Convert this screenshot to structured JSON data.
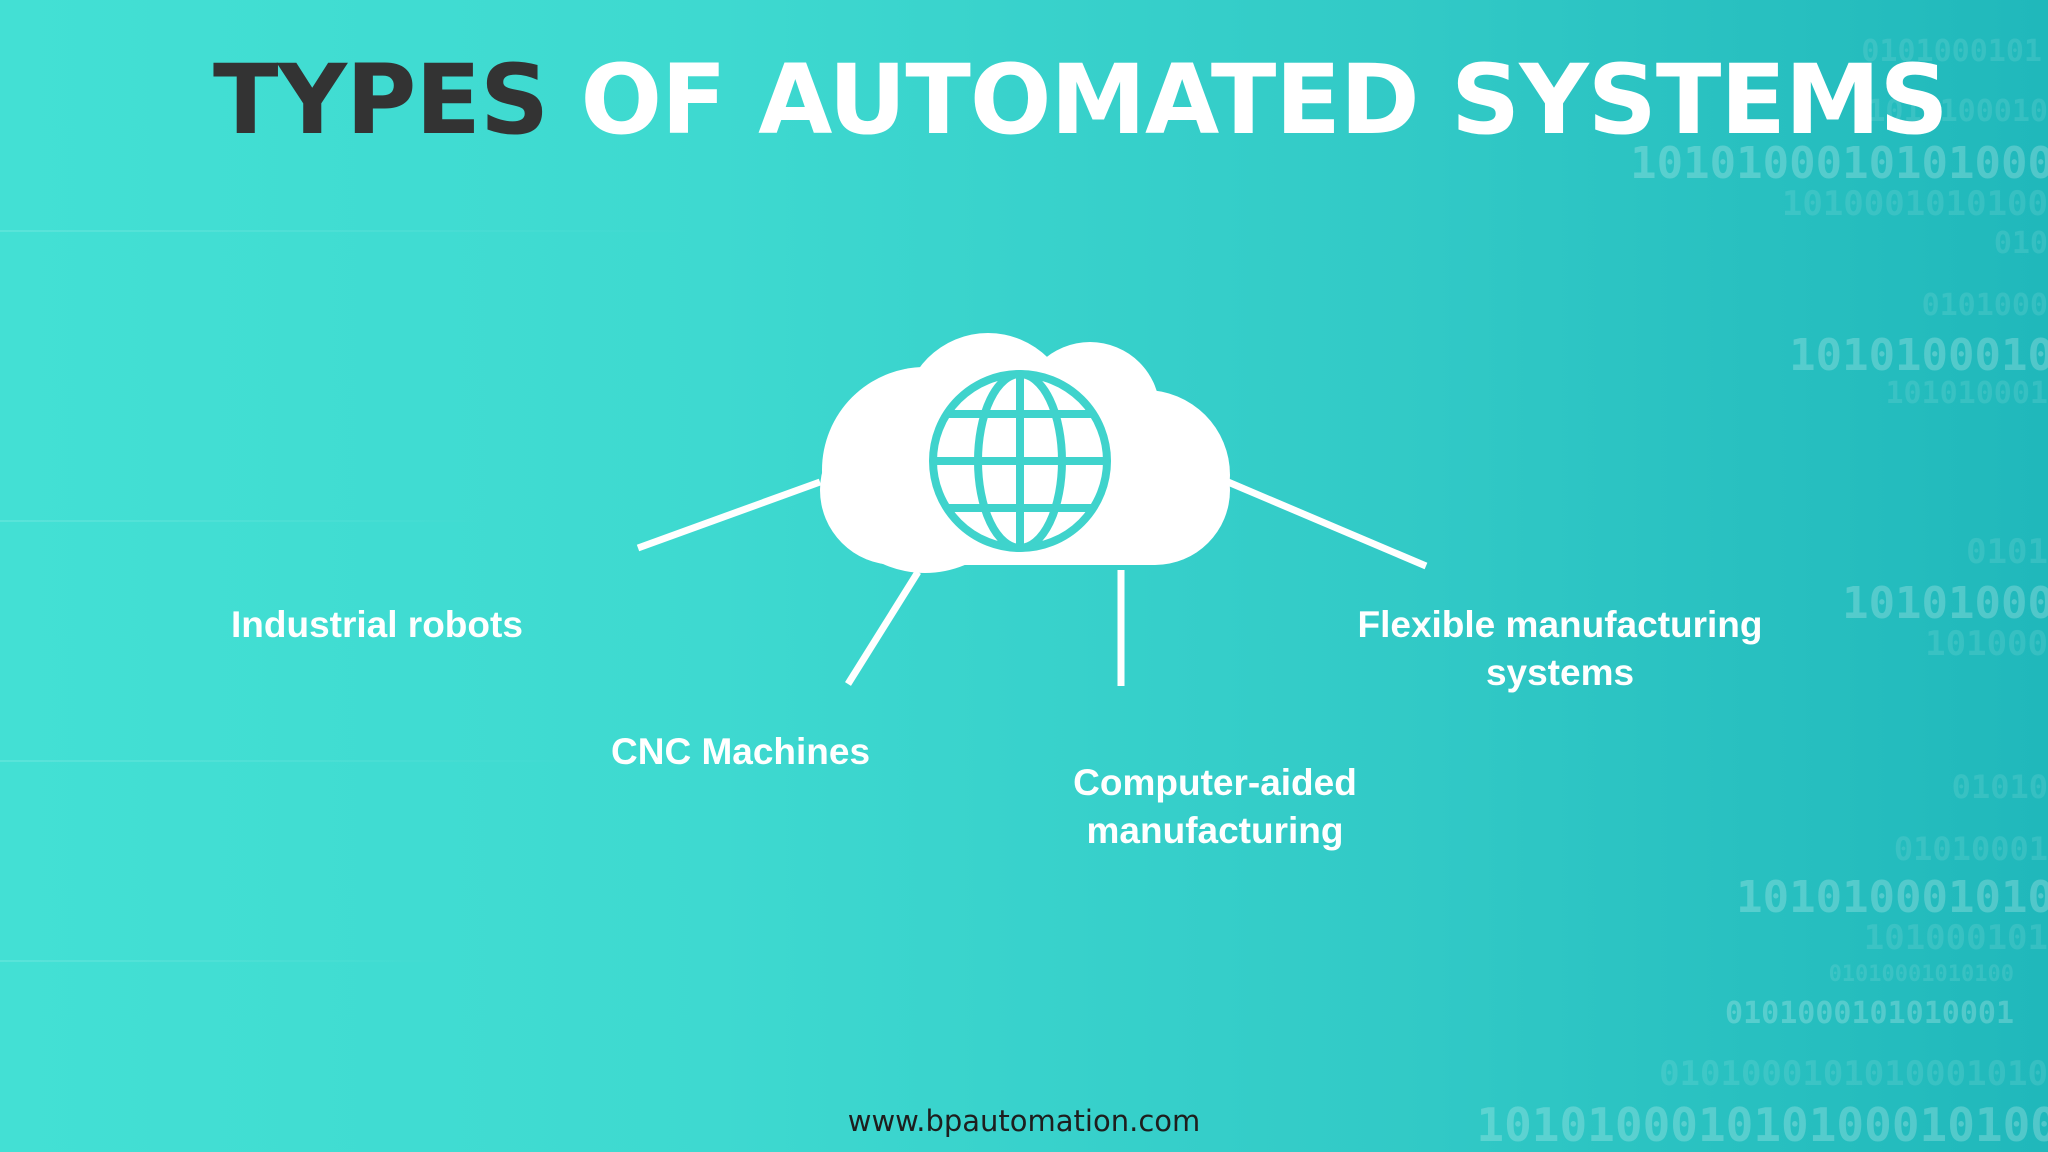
{
  "title": {
    "part1": "TYPES",
    "part2": "OF AUTOMATED SYSTEMS"
  },
  "cloud": {
    "icon": "cloud-globe-icon"
  },
  "items": [
    {
      "label": "Industrial robots"
    },
    {
      "label": "CNC Machines"
    },
    {
      "label": "Computer-aided manufacturing"
    },
    {
      "label": "Flexible manufacturing systems"
    }
  ],
  "footer": {
    "url": "www.bpautomation.com"
  },
  "background_binary": [
    "0101000101",
    "1010100010",
    "1010100010101000",
    "1010001010100",
    "010",
    "0101000",
    "1010100010",
    "101010001",
    "0101",
    "10101000",
    "101000",
    "01010",
    "01010001",
    "101010001010",
    "101000101",
    "01010001010100",
    "0101000101010001",
    "0101000101010001010",
    "101010001010100010100"
  ],
  "colors": {
    "background_left": "#43e0d4",
    "background_right": "#20b8bb",
    "title_dark": "#333333",
    "title_light": "#ffffff",
    "globe": "#3fd3cc"
  }
}
